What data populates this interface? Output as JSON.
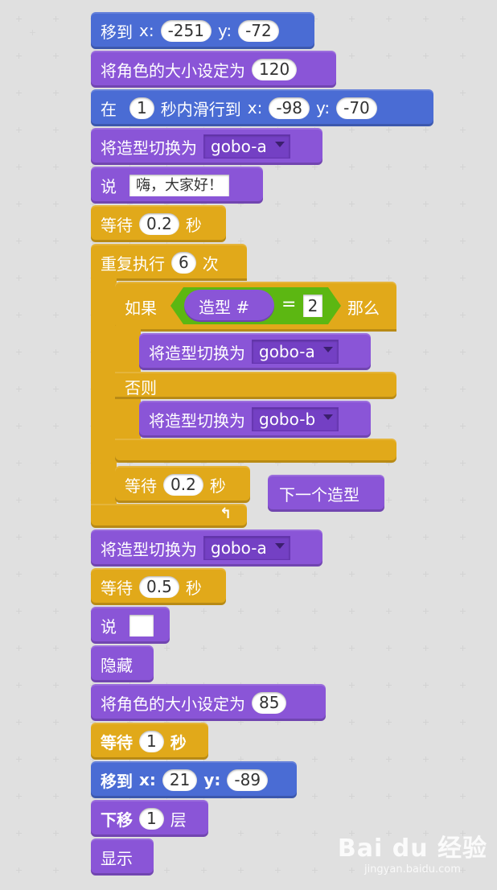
{
  "canvas": {
    "background_color": "#e0e0e0",
    "colors": {
      "motion": "#4a6cd4",
      "looks": "#8a55d7",
      "control": "#e1a91a",
      "operator": "#5cb712"
    }
  },
  "script": {
    "blocks": [
      {
        "category": "motion",
        "label": "移到",
        "x_label": "x:",
        "x": "-251",
        "y_label": "y:",
        "y": "-72"
      },
      {
        "category": "looks",
        "label": "将角色的大小设定为",
        "value": "120"
      },
      {
        "category": "motion",
        "label_pre": "在",
        "secs": "1",
        "label_mid": "秒内滑行到",
        "x_label": "x:",
        "x": "-98",
        "y_label": "y:",
        "y": "-70"
      },
      {
        "category": "looks",
        "label": "将造型切换为",
        "costume": "gobo-a"
      },
      {
        "category": "looks",
        "label": "说",
        "text": "嗨，大家好！"
      },
      {
        "category": "control",
        "label": "等待",
        "value": "0.2",
        "unit": "秒"
      },
      {
        "category": "control",
        "label": "重复执行",
        "value": "6",
        "unit": "次",
        "body": {
          "if_else": {
            "label_if": "如果",
            "condition": {
              "reporter": "造型 #",
              "operator": "=",
              "value": "2"
            },
            "label_then": "那么",
            "then_block": {
              "category": "looks",
              "label": "将造型切换为",
              "costume": "gobo-a"
            },
            "label_else": "否则",
            "else_block": {
              "category": "looks",
              "label": "将造型切换为",
              "costume": "gobo-b"
            }
          },
          "wait": {
            "category": "control",
            "label": "等待",
            "value": "0.2",
            "unit": "秒"
          },
          "loop_arrow": "↰"
        }
      },
      {
        "category": "looks",
        "label": "将造型切换为",
        "costume": "gobo-a"
      },
      {
        "category": "control",
        "label": "等待",
        "value": "0.5",
        "unit": "秒"
      },
      {
        "category": "looks",
        "label": "说",
        "text": ""
      },
      {
        "category": "looks",
        "label": "隐藏"
      },
      {
        "category": "looks",
        "label": "将角色的大小设定为",
        "value": "85"
      },
      {
        "category": "control",
        "label": "等待",
        "value": "1",
        "unit": "秒"
      },
      {
        "category": "motion",
        "label": "移到",
        "x_label": "x:",
        "x": "21",
        "y_label": "y:",
        "y": "-89"
      },
      {
        "category": "looks",
        "label": "下移",
        "value": "1",
        "unit": "层"
      },
      {
        "category": "looks",
        "label": "显示"
      }
    ],
    "loose_block": {
      "category": "looks",
      "label": "下一个造型"
    }
  },
  "watermark": {
    "brand": "Bai du 经验",
    "url": "jingyan.baidu.com"
  }
}
